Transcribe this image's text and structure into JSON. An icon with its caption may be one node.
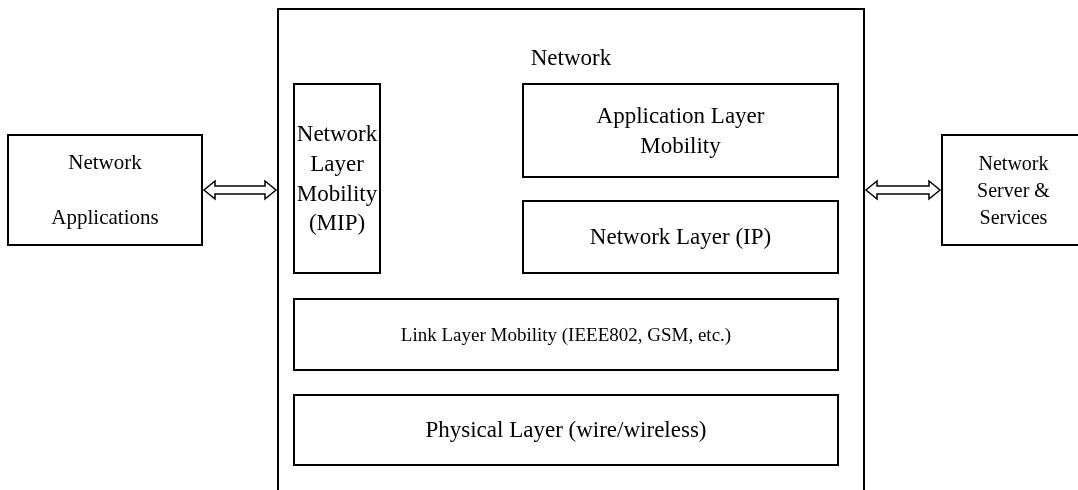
{
  "diagram": {
    "nodes": [
      {
        "text": [
          "Network Applications"
        ]
      },
      {
        "text": [
          "Network"
        ]
      },
      {
        "text": [
          "Network Layer Mobility (MIP)"
        ],
        "in": 1
      },
      {
        "text": [
          "Application Layer Mobility"
        ],
        "in": 1
      },
      {
        "text": [
          "Network Layer (IP)"
        ],
        "in": 1
      },
      {
        "text": [
          "Link Layer Mobility (IEEE802, GSM, etc.)"
        ],
        "in": 1
      },
      {
        "text": [
          "Physical Layer (wire/wireless)"
        ],
        "in": 1
      },
      {
        "text": [
          "Network Server & Services"
        ]
      }
    ],
    "edges": [
      {
        "from": 0,
        "to": 1,
        "arrow": "both"
      },
      {
        "from": 1,
        "to": 7,
        "arrow": "both"
      }
    ]
  }
}
